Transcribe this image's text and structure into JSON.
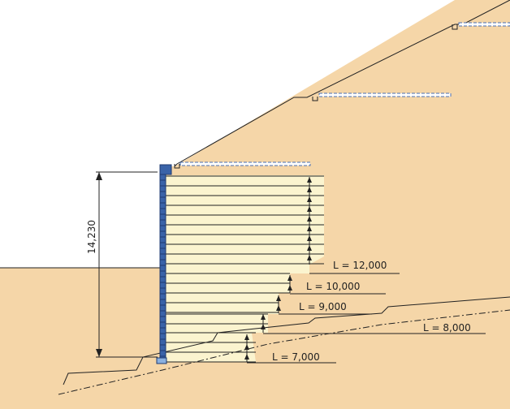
{
  "drawing": {
    "colors": {
      "soil": "#f5d6a8",
      "reinforced_zone": "#fbf4cf",
      "wall_face": "#3a63a8",
      "line": "#222222",
      "drain": "#4a6fb0",
      "background": "#ffffff"
    },
    "height_dimension": "14,230",
    "lengths": [
      {
        "label": "L = 12,000"
      },
      {
        "label": "L = 10,000"
      },
      {
        "label": "L = 9,000"
      },
      {
        "label": "L = 8,000"
      },
      {
        "label": "L = 7,000"
      }
    ]
  }
}
